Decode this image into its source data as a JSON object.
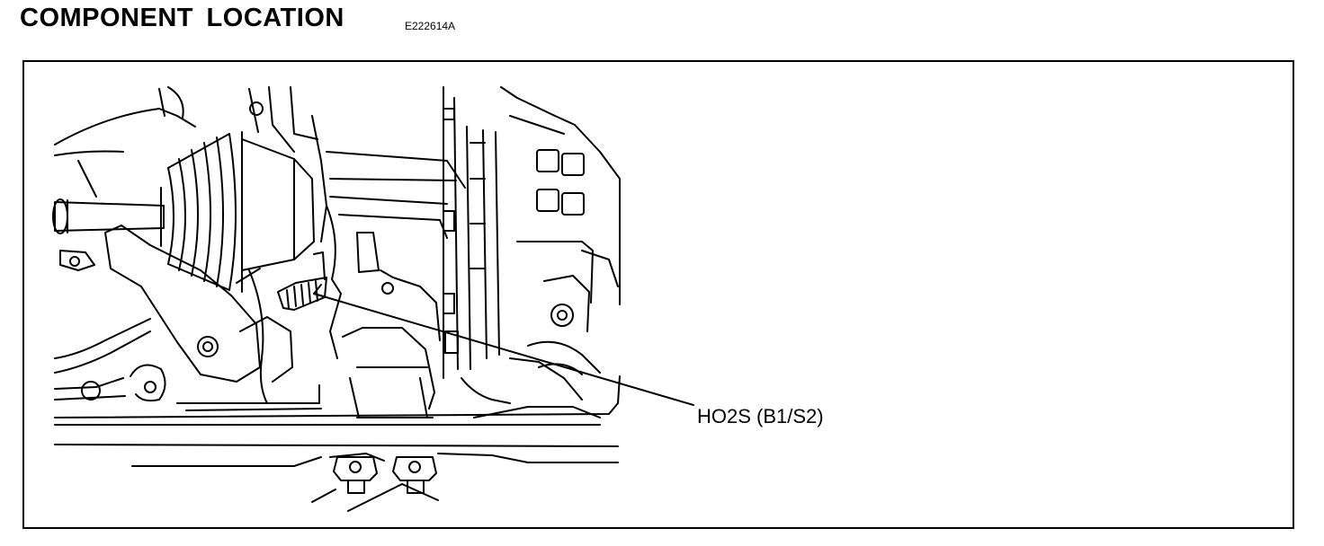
{
  "header": {
    "title": "COMPONENT  LOCATION",
    "code": "E222614A"
  },
  "diagram": {
    "callouts": [
      {
        "id": "ho2s",
        "label": "HO2S (B1/S2)"
      }
    ]
  }
}
